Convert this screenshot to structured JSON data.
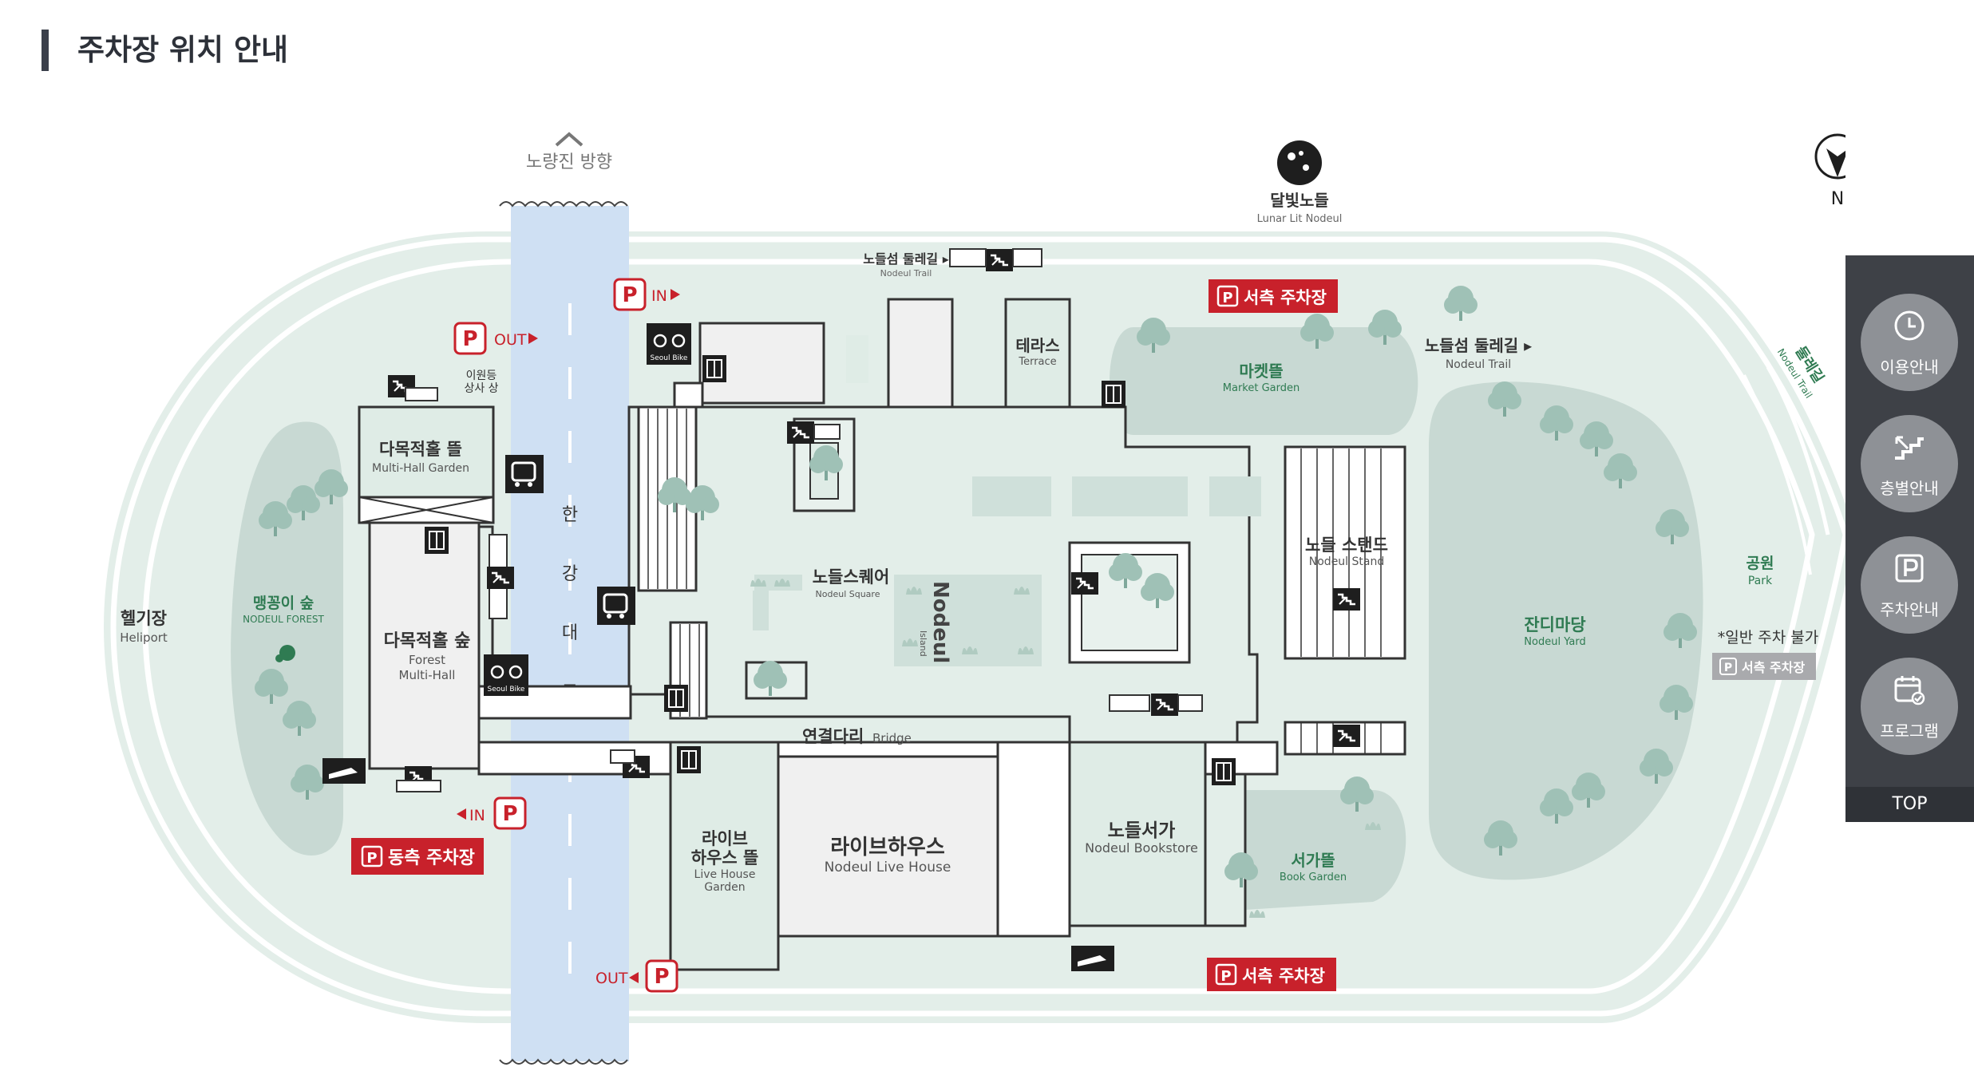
{
  "page_title": "주차장 위치 안내",
  "direction": "노량진 방향",
  "north": "N",
  "bridge_chars": [
    "한",
    "강",
    "대",
    "교"
  ],
  "parking": {
    "p": "P",
    "in": "IN",
    "out": "OUT",
    "east_lot": "동측 주차장",
    "west_lot": "서측 주차장",
    "no_general": "*일반 주차 불가"
  },
  "places": {
    "lunar_ko": "달빛노들",
    "lunar_en": "Lunar Lit Nodeul",
    "trail_top_ko": "노들섬 둘레길 ▸",
    "trail_top_en": "Nodeul Trail",
    "trail_right_ko": "노들섬 둘레길 ▸",
    "trail_right_en": "Nodeul Trail",
    "trail_curve_ko": "둘레길",
    "trail_curve_en": "Nodeul Trail",
    "terrace_ko": "테라스",
    "terrace_en": "Terrace",
    "market_ko": "마켓뜰",
    "market_en": "Market Garden",
    "dispatch_1": "이원등",
    "dispatch_2": "상사 상",
    "mh_garden_ko": "다목적홀 뜰",
    "mh_garden_en": "Multi-Hall Garden",
    "heliport_ko": "헬기장",
    "heliport_en": "Heliport",
    "forest_ko": "맹꽁이 숲",
    "forest_en": "NODEUL FOREST",
    "mh_forest_ko": "다목적홀 숲",
    "mh_forest_en1": "Forest",
    "mh_forest_en2": "Multi-Hall",
    "seoul_bike": "Seoul Bike",
    "square_ko": "노들스퀘어",
    "square_en": "Nodeul Square",
    "island_main": "Nodeul",
    "island_sub": "Island",
    "stand_ko": "노들 스탠드",
    "stand_en": "Nodeul Stand",
    "yard_ko": "잔디마당",
    "yard_en": "Nodeul Yard",
    "park_ko": "공원",
    "park_en": "Park",
    "bridge_ko": "연결다리",
    "bridge_en": "Bridge",
    "lh_garden_ko1": "라이브",
    "lh_garden_ko2": "하우스 뜰",
    "lh_garden_en1": "Live House",
    "lh_garden_en2": "Garden",
    "lh_ko": "라이브하우스",
    "lh_en": "Nodeul Live House",
    "books_ko": "노들서가",
    "books_en": "Nodeul Bookstore",
    "book_garden_ko": "서가뜰",
    "book_garden_en": "Book Garden"
  },
  "sidebar": {
    "items": [
      {
        "label": "이용안내",
        "icon": "clock-icon"
      },
      {
        "label": "층별안내",
        "icon": "floor-stairs-icon"
      },
      {
        "label": "주차안내",
        "icon": "parking-icon"
      },
      {
        "label": "프로그램",
        "icon": "calendar-check-icon"
      }
    ],
    "top": "TOP"
  },
  "colors": {
    "ground": "#e3eee9",
    "park": "#c8d9d3",
    "road": "#cfe0f3",
    "building": "#f0f0f0",
    "tree": "#9fc1b6",
    "accent_red": "#c8212b",
    "label_green": "#2f7b52"
  }
}
